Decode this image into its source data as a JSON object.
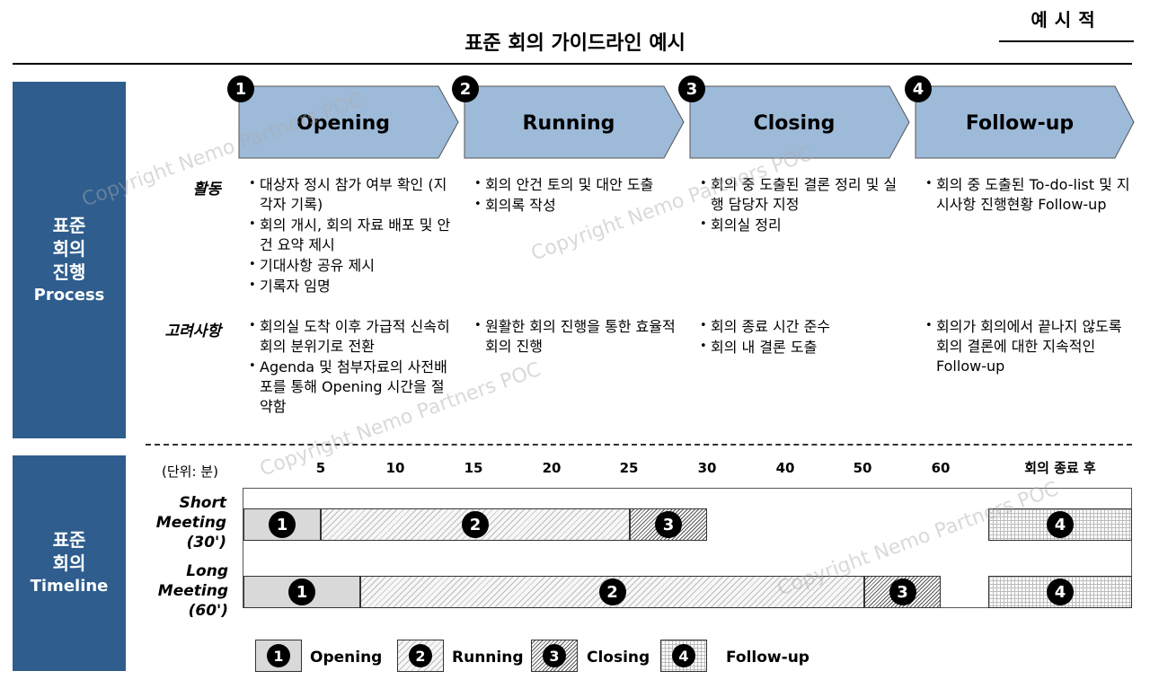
{
  "header": {
    "title": "표준 회의 가이드라인 예시",
    "badge": "예시적"
  },
  "side": {
    "process_kr_1": "표준",
    "process_kr_2": "회의",
    "process_kr_3": "진행",
    "process_en": "Process",
    "timeline_kr_1": "표준",
    "timeline_kr_2": "회의",
    "timeline_en": "Timeline"
  },
  "phases": [
    {
      "num": "1",
      "label": "Opening"
    },
    {
      "num": "2",
      "label": "Running"
    },
    {
      "num": "3",
      "label": "Closing"
    },
    {
      "num": "4",
      "label": "Follow-up"
    }
  ],
  "rows": {
    "activity_label": "활동",
    "consider_label": "고려사항"
  },
  "activities": [
    [
      "대상자 정시 참가 여부 확인 (지각자 기록)",
      "회의 개시, 회의 자료 배포 및 안건 요약 제시",
      "기대사항 공유 제시",
      "기록자 임명"
    ],
    [
      "회의 안건 토의 및 대안 도출",
      "회의록 작성"
    ],
    [
      "회의 중 도출된 결론 정리 및 실행 담당자 지정",
      "회의실 정리"
    ],
    [
      "회의 중 도출된 To-do-list 및 지시사항 진행현황 Follow-up"
    ]
  ],
  "considerations": [
    [
      "회의실 도착 이후 가급적 신속히 회의 분위기로 전환",
      "Agenda 및 첨부자료의 사전배포를 통해 Opening 시간을 절약함"
    ],
    [
      "원활한 회의 진행을 통한 효율적 회의 진행"
    ],
    [
      "회의 종료 시간 준수",
      "회의 내 결론 도출"
    ],
    [
      "회의가 회의에서 끝나지 않도록 회의 결론에 대한 지속적인 Follow-up"
    ]
  ],
  "timeline": {
    "unit_label": "(단위: 분)",
    "ticks": [
      "5",
      "10",
      "15",
      "20",
      "25",
      "30",
      "40",
      "50",
      "60"
    ],
    "after_label": "회의 종료 후",
    "short_meeting": [
      "Short",
      "Meeting",
      "(30')"
    ],
    "long_meeting": [
      "Long",
      "Meeting",
      "(60')"
    ]
  },
  "legend": [
    "Opening",
    "Running",
    "Closing",
    "Follow-up"
  ],
  "watermark": "Copyright Nemo Partners POC"
}
